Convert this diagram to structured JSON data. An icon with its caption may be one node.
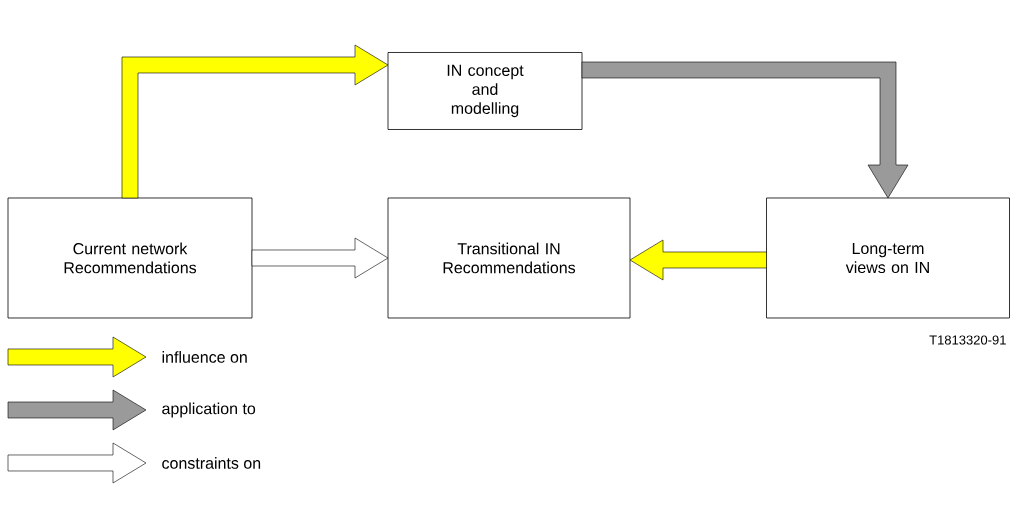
{
  "diagram": {
    "nodes": [
      {
        "text": [
          "IN concept and modelling"
        ]
      },
      {
        "text": [
          "Current network Recommendations"
        ]
      },
      {
        "text": [
          "Transitional IN Recommendations"
        ]
      },
      {
        "text": [
          "Long-term views on IN"
        ]
      }
    ],
    "edges": [
      {
        "from": 1,
        "to": 0,
        "arrow": "to",
        "color": "#ffff00"
      },
      {
        "from": 0,
        "to": 3,
        "arrow": "to",
        "color": "#9a9a9a"
      },
      {
        "from": 1,
        "to": 2,
        "arrow": "to",
        "color": "#ffffff"
      },
      {
        "from": 3,
        "to": 2,
        "arrow": "to",
        "color": "#ffff00"
      }
    ],
    "labels": [
      "T1813320-91"
    ],
    "legend": [
      {
        "text": "influence on",
        "color": "#ffff00"
      },
      {
        "text": "application to",
        "color": "#9a9a9a"
      },
      {
        "text": "constraints on"
      }
    ]
  }
}
